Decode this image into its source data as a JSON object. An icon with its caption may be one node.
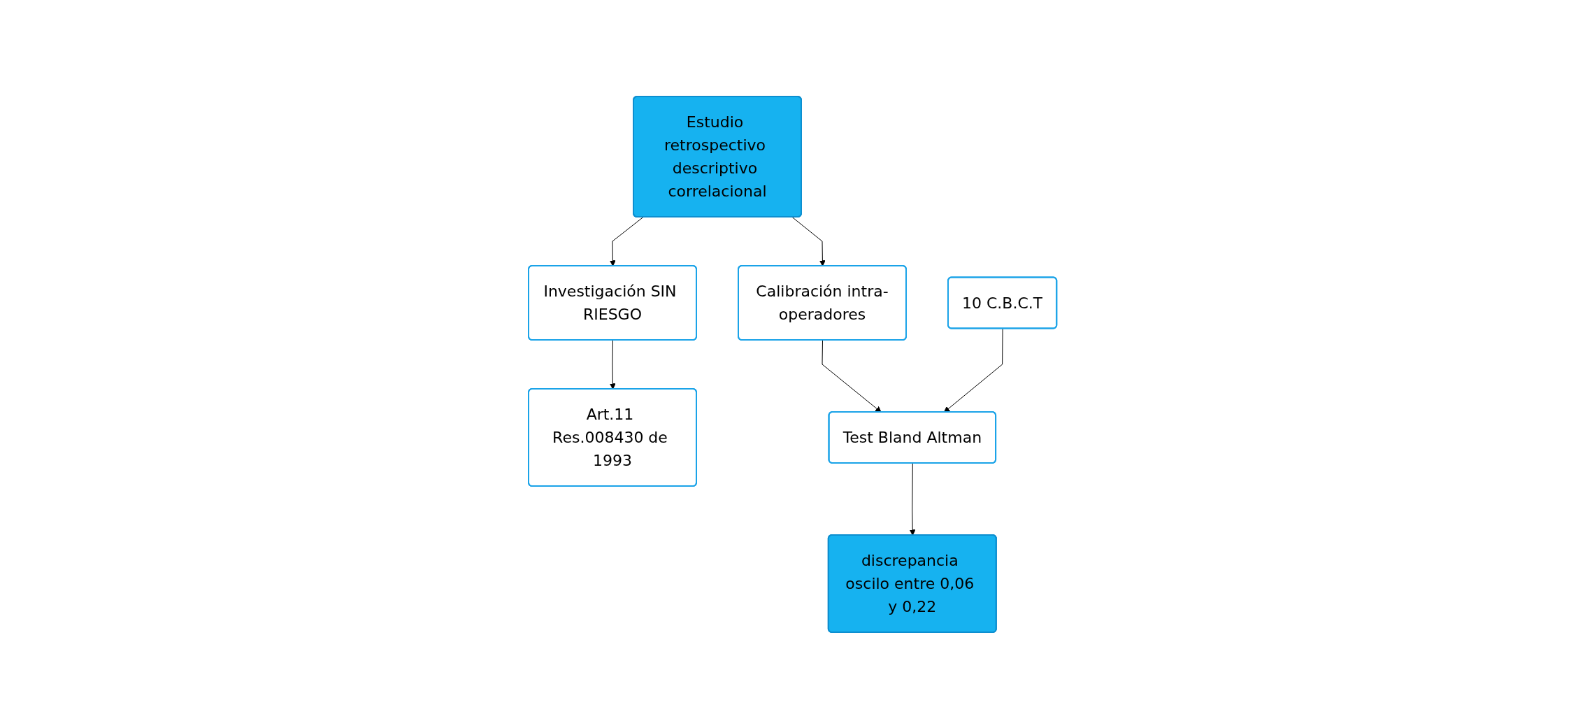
{
  "diagram": {
    "nodes": [
      {
        "text": [
          "Estudio retrospectivo descriptivo correlacional"
        ]
      },
      {
        "text": [
          "Investigación SIN RIESGO"
        ]
      },
      {
        "text": [
          "Calibración intra-operadores"
        ]
      },
      {
        "text": [
          "10 C.B.C.T"
        ]
      },
      {
        "text": [
          "Art.11 Res.008430 de 1993"
        ]
      },
      {
        "text": [
          "Test Bland Altman"
        ]
      },
      {
        "text": [
          "discrepancia oscilo entre 0,06 y 0,22"
        ]
      }
    ],
    "edges": [
      {
        "from": 0,
        "to": 1,
        "arrow": "to"
      },
      {
        "from": 0,
        "to": 2,
        "arrow": "to"
      },
      {
        "from": 1,
        "to": 4,
        "arrow": "to"
      },
      {
        "from": 2,
        "to": 5,
        "arrow": "to"
      },
      {
        "from": 3,
        "to": 5,
        "arrow": "to"
      },
      {
        "from": 5,
        "to": 6,
        "arrow": "to"
      }
    ]
  }
}
